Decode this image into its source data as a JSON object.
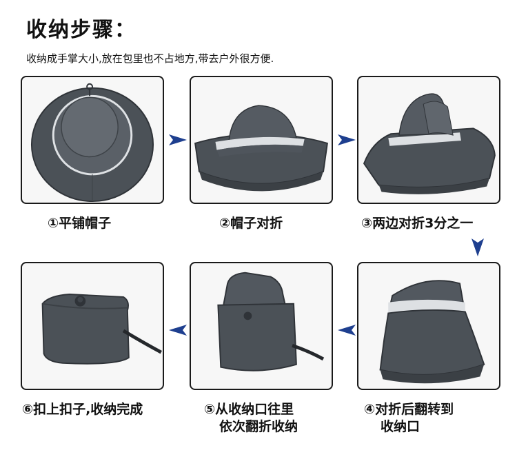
{
  "title": "收纳步骤：",
  "subtitle": "收纳成手掌大小,放在包里也不占地方,带去户外很方便.",
  "steps": [
    {
      "label": "①平铺帽子"
    },
    {
      "label": "②帽子对折"
    },
    {
      "label": "③两边对折3分之一"
    },
    {
      "label_line1": "④对折后翻转到",
      "label_line2": "收纳口"
    },
    {
      "label_line1": "⑤从收纳口往里",
      "label_line2": "依次翻折收纳"
    },
    {
      "label": "⑥扣上扣子,收纳完成"
    }
  ],
  "colors": {
    "arrow": "#1e3f8f",
    "hat": "#4b5157",
    "hat_shadow": "#2f3338",
    "reflective_band": "#d9dcdf",
    "frame_border": "#1a1a1a"
  }
}
